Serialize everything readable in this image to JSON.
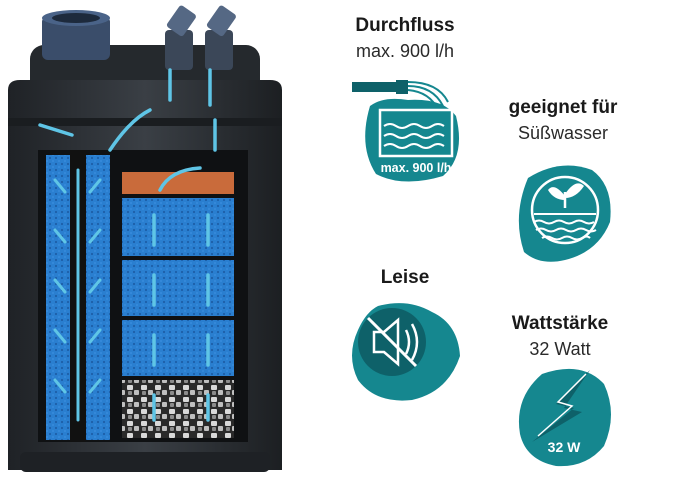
{
  "features": {
    "flow": {
      "title": "Durchfluss",
      "subtitle": "max. 900 l/h",
      "badge": "max. 900 l/h"
    },
    "water": {
      "title": "geeignet für",
      "subtitle": "Süßwasser"
    },
    "quiet": {
      "title": "Leise"
    },
    "power": {
      "title": "Wattstärke",
      "subtitle": "32 Watt",
      "badge": "32 W"
    }
  },
  "colors": {
    "teal": "#15878f",
    "teal_dark": "#0e6169",
    "housing": "#2b2f33",
    "sponge": "#1f6fc2",
    "carbon": "#c96b3b",
    "arrow": "#5fc5e6"
  },
  "icons": [
    "filter-illustration",
    "flow-tank-icon",
    "plant-water-icon",
    "mute-speaker-icon",
    "lightning-icon"
  ]
}
